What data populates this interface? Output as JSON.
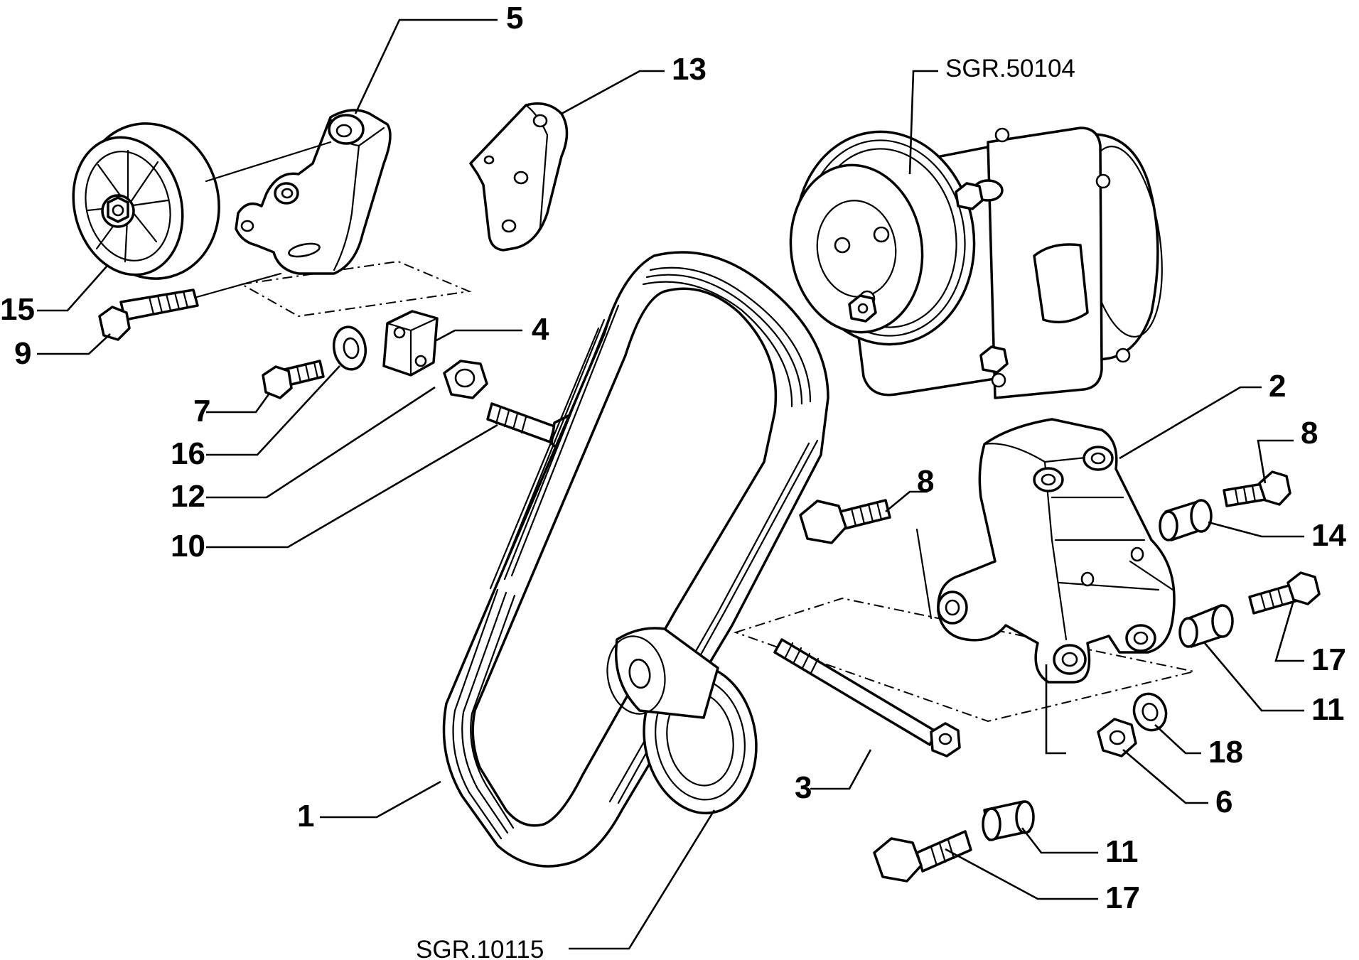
{
  "diagram": {
    "references": {
      "compressor": "SGR.50104",
      "pulley": "SGR.10115"
    },
    "callouts": {
      "c1": "1",
      "c2": "2",
      "c3": "3",
      "c4": "4",
      "c5": "5",
      "c6": "6",
      "c7": "7",
      "c8a": "8",
      "c8b": "8",
      "c9": "9",
      "c10": "10",
      "c11a": "11",
      "c11b": "11",
      "c12": "12",
      "c13": "13",
      "c14": "14",
      "c15": "15",
      "c16": "16",
      "c17a": "17",
      "c17b": "17",
      "c18": "18"
    }
  }
}
